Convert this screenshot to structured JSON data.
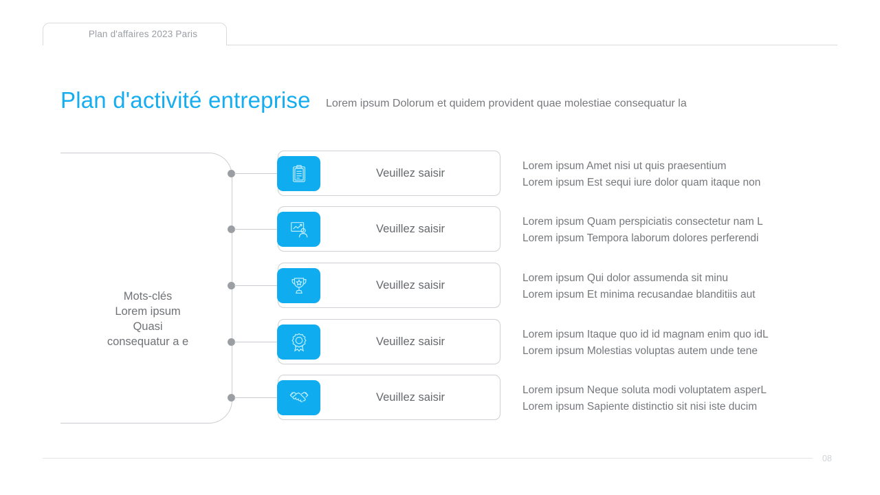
{
  "header": {
    "tab_label": "Plan d'affaires 2023 Paris"
  },
  "title": "Plan d'activité entreprise",
  "subtitle": "Lorem ipsum Dolorum et quidem provident quae molestiae consequatur la",
  "bracket": {
    "lines": [
      "Mots-clés",
      "Lorem ipsum",
      "Quasi",
      "consequatur a e"
    ]
  },
  "accent_color": "#0FACEF",
  "rows": [
    {
      "icon": "clipboard-checklist-icon",
      "card_label": "Veuillez saisir",
      "desc_line1": "Lorem ipsum Amet nisi ut quis praesentium",
      "desc_line2": "Lorem ipsum Est sequi iure dolor quam itaque non"
    },
    {
      "icon": "presentation-chart-person-icon",
      "card_label": "Veuillez saisir",
      "desc_line1": "Lorem ipsum Quam perspiciatis consectetur nam L",
      "desc_line2": "Lorem ipsum Tempora laborum dolores perferendi"
    },
    {
      "icon": "trophy-star-icon",
      "card_label": "Veuillez saisir",
      "desc_line1": "Lorem ipsum Qui dolor assumenda sit minu",
      "desc_line2": "Lorem ipsum Et minima recusandae blanditiis aut"
    },
    {
      "icon": "award-rosette-icon",
      "card_label": "Veuillez saisir",
      "desc_line1": "Lorem ipsum Itaque quo id id magnam enim quo idL",
      "desc_line2": "Lorem ipsum Molestias voluptas autem unde tene"
    },
    {
      "icon": "handshake-icon",
      "card_label": "Veuillez saisir",
      "desc_line1": "Lorem ipsum Neque soluta modi voluptatem asperL",
      "desc_line2": "Lorem ipsum Sapiente distinctio sit nisi iste ducim"
    }
  ],
  "footer": {
    "page_number": "08"
  }
}
